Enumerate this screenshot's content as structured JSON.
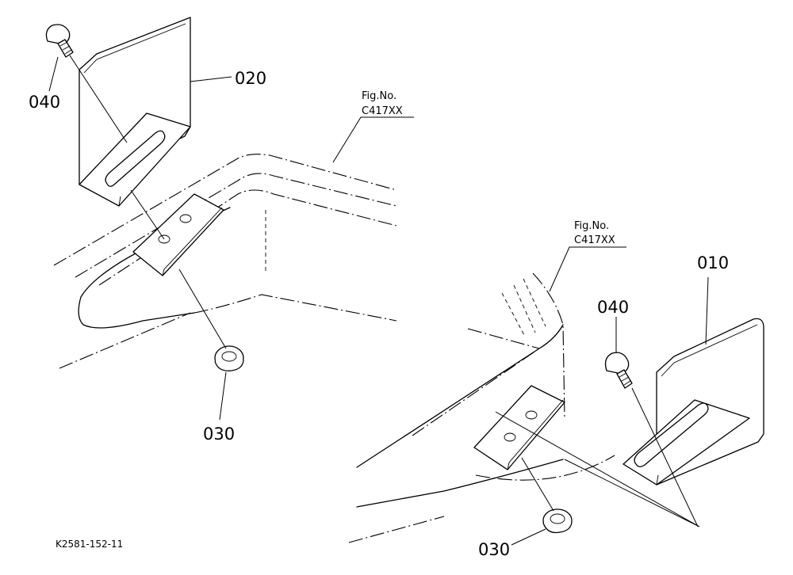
{
  "diagram": {
    "parts": {
      "p010": "010",
      "p020": "020",
      "p030_left": "030",
      "p030_right": "030",
      "p040_left": "040",
      "p040_right": "040"
    },
    "fig_refs": {
      "left": {
        "title": "Fig.No.",
        "code": "C417XX"
      },
      "right": {
        "title": "Fig.No.",
        "code": "C417XX"
      }
    },
    "drawing_code": "K2581-152-11"
  }
}
